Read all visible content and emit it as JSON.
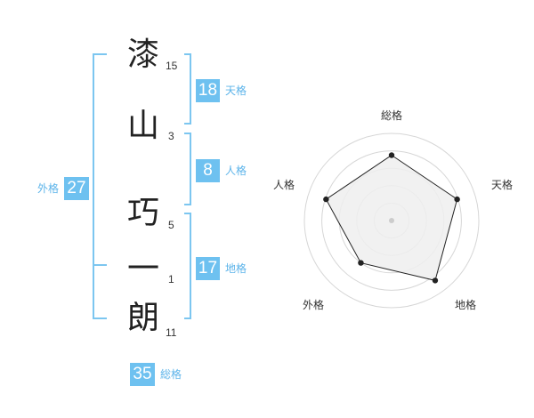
{
  "name": {
    "chars": [
      {
        "char": "漆",
        "strokes": "15"
      },
      {
        "char": "山",
        "strokes": "3"
      },
      {
        "char": "巧",
        "strokes": "5"
      },
      {
        "char": "一",
        "strokes": "1"
      },
      {
        "char": "朗",
        "strokes": "11"
      }
    ]
  },
  "fortunes": {
    "tenkaku": {
      "value": "18",
      "label": "天格"
    },
    "jinkaku": {
      "value": "8",
      "label": "人格"
    },
    "chikaku": {
      "value": "17",
      "label": "地格"
    },
    "gaikaku": {
      "value": "27",
      "label": "外格"
    },
    "soukaku": {
      "value": "35",
      "label": "総格"
    }
  },
  "radar": {
    "labels": {
      "top": "総格",
      "right": "天格",
      "bottom_right": "地格",
      "bottom_left": "外格",
      "left": "人格"
    },
    "colors": {
      "line": "#222222",
      "fill": "#efefef",
      "ring": "#d6d6d6",
      "center": "#cccccc"
    }
  },
  "chart_data": {
    "type": "radar",
    "axes": [
      "総格",
      "天格",
      "地格",
      "外格",
      "人格"
    ],
    "values": [
      0.75,
      0.79,
      0.85,
      0.6,
      0.79
    ],
    "range": [
      0,
      1
    ]
  }
}
